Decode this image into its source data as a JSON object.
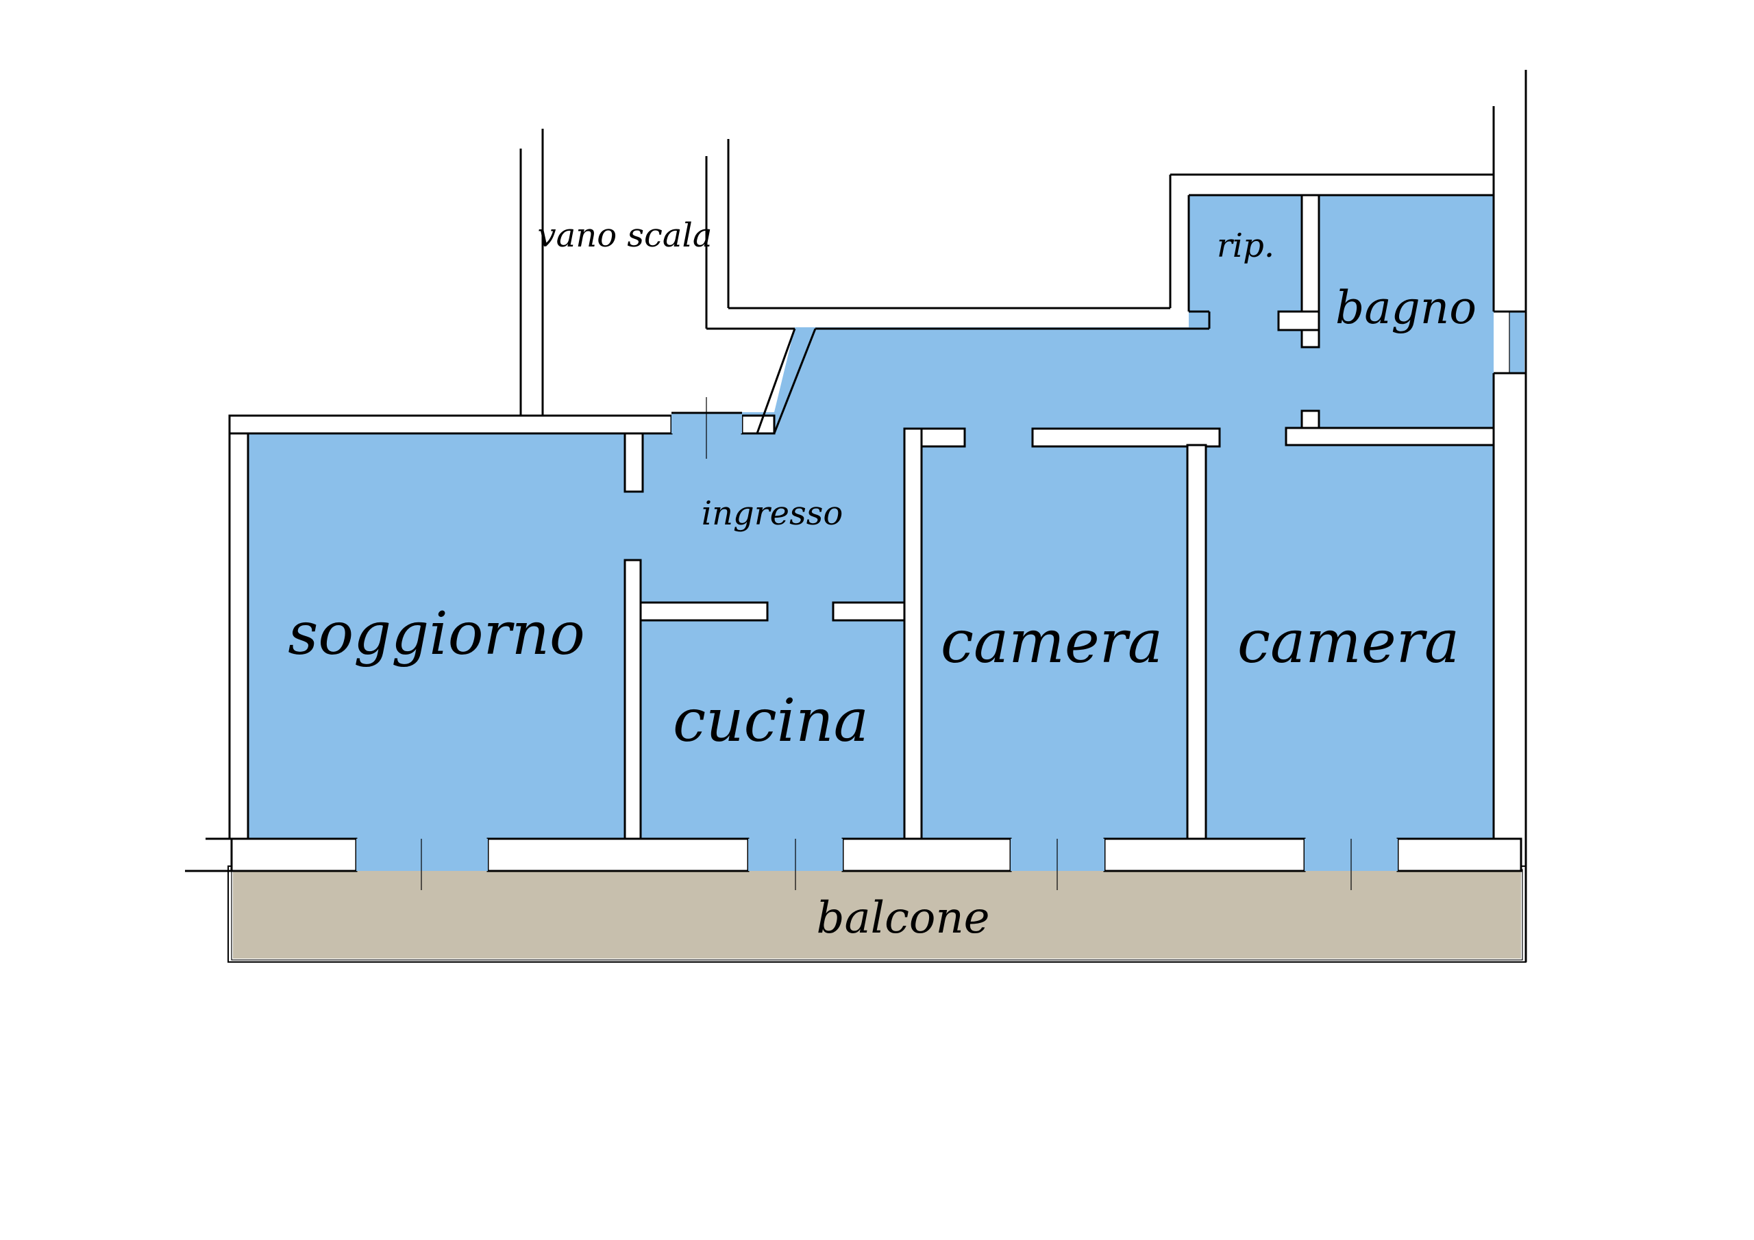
{
  "colors": {
    "room_fill": "#8bbfea",
    "balcony_fill": "#c7bfad",
    "wall_line": "#000000",
    "background": "#ffffff"
  },
  "rooms": {
    "soggiorno": "soggiorno",
    "cucina": "cucina",
    "camera_1": "camera",
    "camera_2": "camera",
    "ingresso": "ingresso",
    "bagno": "bagno",
    "ripostiglio": "rip.",
    "vano_scala": "vano scala",
    "balcone": "balcone"
  }
}
